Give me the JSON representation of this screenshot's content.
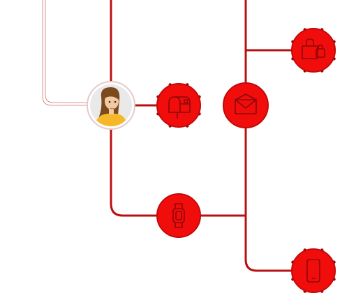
{
  "colors": {
    "line": "#B81010",
    "node_fill": "#F20D0D",
    "node_stroke": "#C40808",
    "icon_stroke": "#8E0606",
    "avatar_ring": "#E8C8C8",
    "avatar_bg": "#E9E9E9",
    "skin": "#F2C9A3",
    "hair": "#7A4A1C",
    "shirt": "#F6B829"
  },
  "nodes": [
    {
      "id": "user",
      "icon": "user-avatar-icon",
      "kind": "avatar"
    },
    {
      "id": "mailbox",
      "icon": "mailbox-icon",
      "kind": "badge"
    },
    {
      "id": "email",
      "icon": "envelope-icon",
      "kind": "plain"
    },
    {
      "id": "shopping",
      "icon": "shopping-bag-icon",
      "kind": "badge"
    },
    {
      "id": "smartwatch",
      "icon": "smartwatch-icon",
      "kind": "plain"
    },
    {
      "id": "mobile",
      "icon": "mobile-phone-icon",
      "kind": "badge"
    }
  ]
}
